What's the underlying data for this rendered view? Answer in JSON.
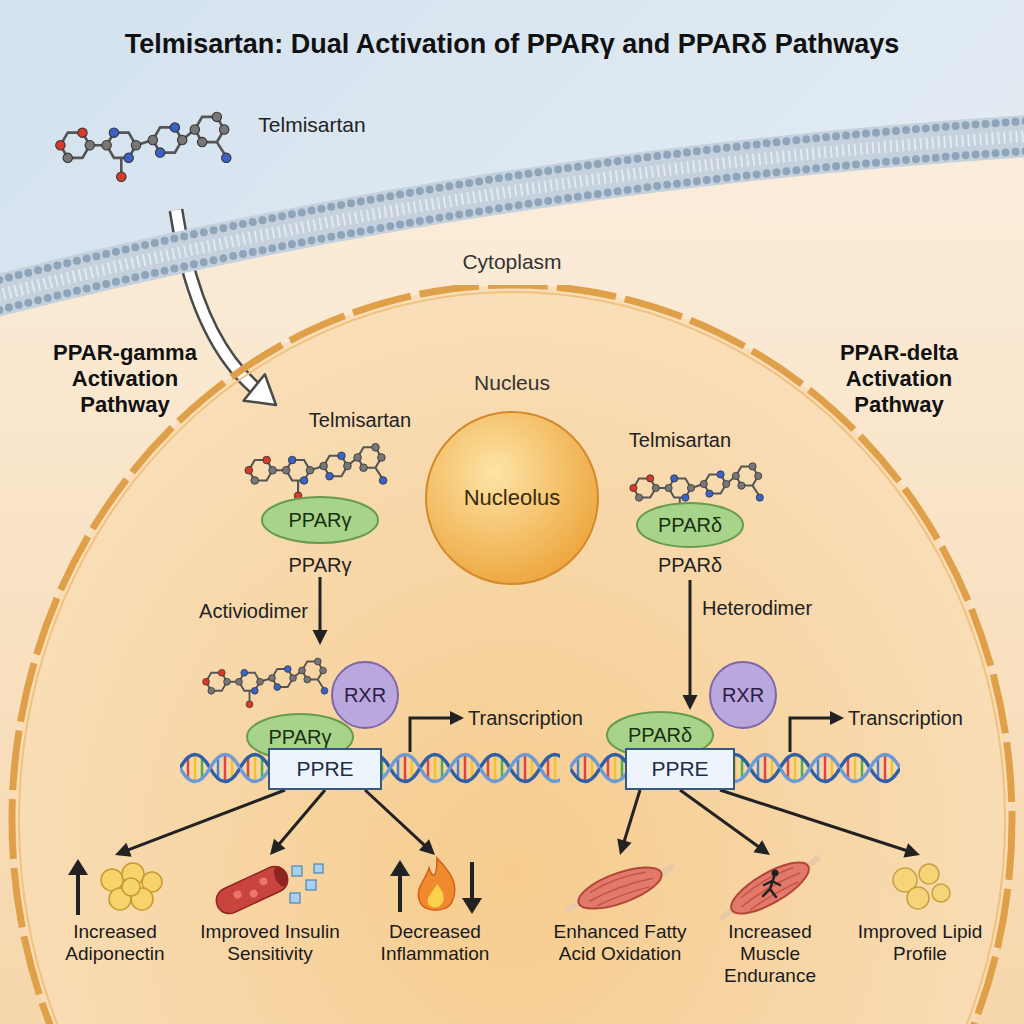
{
  "diagram": {
    "title": "Telmisartan: Dual Activation of PPARγ and PPARδ Pathways",
    "nodes": [
      {
        "text": [
          "Telmisartan"
        ]
      },
      {
        "text": [
          "Cytoplasm"
        ]
      },
      {
        "text": [
          "Nucleus"
        ],
        "in": 1
      },
      {
        "text": [
          "Nucleolus"
        ],
        "in": 2
      },
      {
        "text": [
          "Telmisartan",
          "PPARγ",
          "PPARγ"
        ],
        "in": 2
      },
      {
        "text": [
          "PPARγ"
        ],
        "in": 2
      },
      {
        "text": [
          "RXR"
        ],
        "in": 2
      },
      {
        "text": [
          "PPRE"
        ],
        "in": 2
      },
      {
        "text": [
          "Telmisartan",
          "PPARδ",
          "PPARδ"
        ],
        "in": 2
      },
      {
        "text": [
          "PPARδ"
        ],
        "in": 2
      },
      {
        "text": [
          "RXR"
        ],
        "in": 2
      },
      {
        "text": [
          "PPRE"
        ],
        "in": 2
      },
      {
        "text": [
          "Increased Adiponectin"
        ],
        "in": 2
      },
      {
        "text": [
          "Improved Insulin Sensitivity"
        ],
        "in": 2
      },
      {
        "text": [
          "Decreased Inflammation"
        ],
        "in": 2
      },
      {
        "text": [
          "Enhanced Fatty Acid Oxidation"
        ],
        "in": 2
      },
      {
        "text": [
          "Increased Muscle Endurance"
        ],
        "in": 2
      },
      {
        "text": [
          "Improved Lipid Profile"
        ],
        "in": 2
      }
    ],
    "edges": [
      {
        "from": 0,
        "to": 4,
        "arrow": "to"
      },
      {
        "from": 4,
        "to": 5,
        "label": "Activiodimer",
        "arrow": "to"
      },
      {
        "from": 8,
        "to": 9,
        "label": "Heterodimer",
        "arrow": "to"
      },
      {
        "from": 7,
        "to": 12,
        "arrow": "to"
      },
      {
        "from": 7,
        "to": 13,
        "arrow": "to"
      },
      {
        "from": 7,
        "to": 14,
        "arrow": "to"
      },
      {
        "from": 11,
        "to": 15,
        "arrow": "to"
      },
      {
        "from": 11,
        "to": 16,
        "arrow": "to"
      },
      {
        "from": 11,
        "to": 17,
        "arrow": "to"
      }
    ],
    "labels": [
      "PPAR-gamma Activation Pathway",
      "PPAR-delta Activation Pathway",
      "Transcription",
      "Transcription"
    ]
  }
}
